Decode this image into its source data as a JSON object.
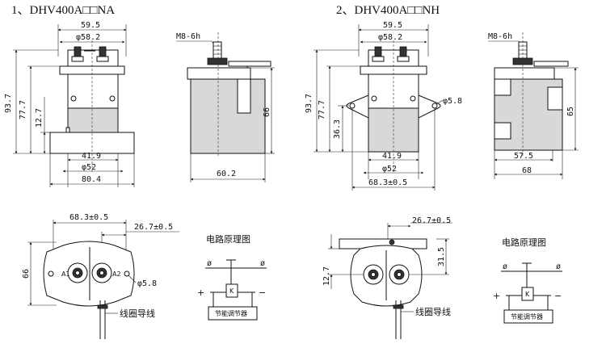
{
  "titles": {
    "left": "1、DHV400A□□NA",
    "right": "2、DHV400A□□NH"
  },
  "dims_left_front": {
    "width_top": "59.5",
    "dia_top": "φ58.2",
    "h_total": "93.7",
    "h_body": "77.7",
    "h_small": "12.7",
    "w_inner": "41.9",
    "dia_bottom": "φ52",
    "w_bottom": "80.4"
  },
  "dims_left_side": {
    "thread": "M8-6h",
    "h_side": "66",
    "w_side": "60.2"
  },
  "dims_right_front": {
    "width_top": "59.5",
    "dia_top": "φ58.2",
    "h_total": "93.7",
    "h_body": "77.7",
    "h_mid": "36.3",
    "hole": "φ5.8",
    "w_inner": "41.9",
    "dia_bottom": "φ52",
    "w_flange": "68.3±0.5"
  },
  "dims_right_side": {
    "thread": "M8-6h",
    "h_side": "65",
    "w_inner": "57.5",
    "w_outer": "68"
  },
  "dims_left_bottom": {
    "w_flange": "68.3±0.5",
    "w_terminal": "26.7±0.5",
    "h_bottom": "66",
    "hole": "φ5.8",
    "lead_label": "线圈导线",
    "terminal_a1": "A1",
    "terminal_a2": "A2"
  },
  "dims_right_bottom": {
    "w_terminal": "26.7±0.5",
    "h_offset": "31.5",
    "h_small": "12.7",
    "lead_label": "线圈导线"
  },
  "circuit_left": {
    "title": "电路原理图",
    "relay": "K",
    "plus": "+",
    "minus": "−",
    "regulator": "节能调节器"
  },
  "circuit_right": {
    "title": "电路原理图",
    "relay": "K",
    "plus": "+",
    "minus": "−",
    "regulator": "节能调节器"
  },
  "colors": {
    "ink": "#111111",
    "body_shade": "#d8d8d8",
    "background": "#ffffff"
  }
}
